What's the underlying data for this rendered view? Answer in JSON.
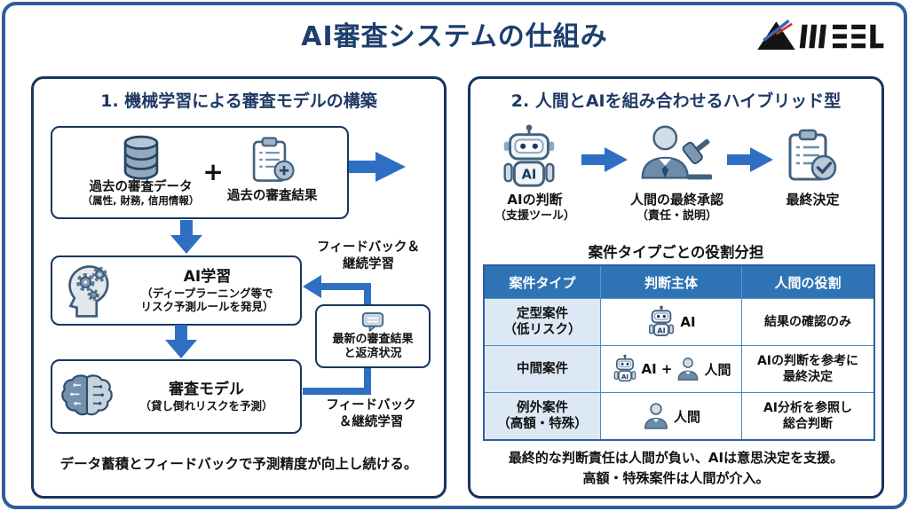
{
  "header": {
    "title": "AI審査システムの仕組み",
    "logo": "MEEL"
  },
  "left": {
    "title": "1. 機械学習による審査モデルの構築",
    "source_box": {
      "data_label": "過去の審査データ",
      "data_sub": "（属性, 財務, 信用情報）",
      "plus": "+",
      "result_label": "過去の審査結果"
    },
    "learning_box": {
      "title": "AI学習",
      "sub1": "（ディープラーニング等で",
      "sub2": "リスク予測ルールを発見）"
    },
    "model_box": {
      "title": "審査モデル",
      "sub": "（貸し倒れリスクを予測）"
    },
    "feedback_top": {
      "line1": "フィードバック＆",
      "line2": "継続学習"
    },
    "latest_box": {
      "line1": "最新の審査結果",
      "line2": "と返済状況"
    },
    "feedback_bottom": {
      "line1": "フィードバック",
      "line2": "＆継続学習"
    },
    "footer": "データ蓄積とフィードバックで予測精度が向上し続ける。"
  },
  "right": {
    "title": "2. 人間とAIを組み合わせるハイブリッド型",
    "flow": {
      "step1_label": "AIの判断",
      "step1_sub": "（支援ツール）",
      "step2_label": "人間の最終承認",
      "step2_sub": "（責任・説明）",
      "step3_label": "最終決定"
    },
    "table_title": "案件タイプごとの役割分担",
    "table": {
      "col1": "案件タイプ",
      "col2": "判断主体",
      "col3": "人間の役割",
      "rows": [
        {
          "type1": "定型案件",
          "type2": "（低リスク）",
          "actor_ai": "AI",
          "role1": "結果の確認のみ",
          "role2": ""
        },
        {
          "type1": "中間案件",
          "type2": "",
          "actor_ai": "AI +",
          "actor_human": "人間",
          "role1": "AIの判断を参考に",
          "role2": "最終決定"
        },
        {
          "type1": "例外案件",
          "type2": "（高額・特殊）",
          "actor_human": "人間",
          "role1": "AI分析を参照し",
          "role2": "総合判断"
        }
      ]
    },
    "footer1": "最終的な判断責任は人間が負い、AIは意思決定を支援。",
    "footer2": "高額・特殊案件は人間が介入。"
  },
  "icons": {
    "robot_badge": "AI"
  },
  "colors": {
    "navy": "#1f3864",
    "panel_border": "#16365c",
    "arrow_blue": "#2e6fc4",
    "table_header_bg": "#2e74b5",
    "table_col1_bg": "#dce9f5"
  }
}
